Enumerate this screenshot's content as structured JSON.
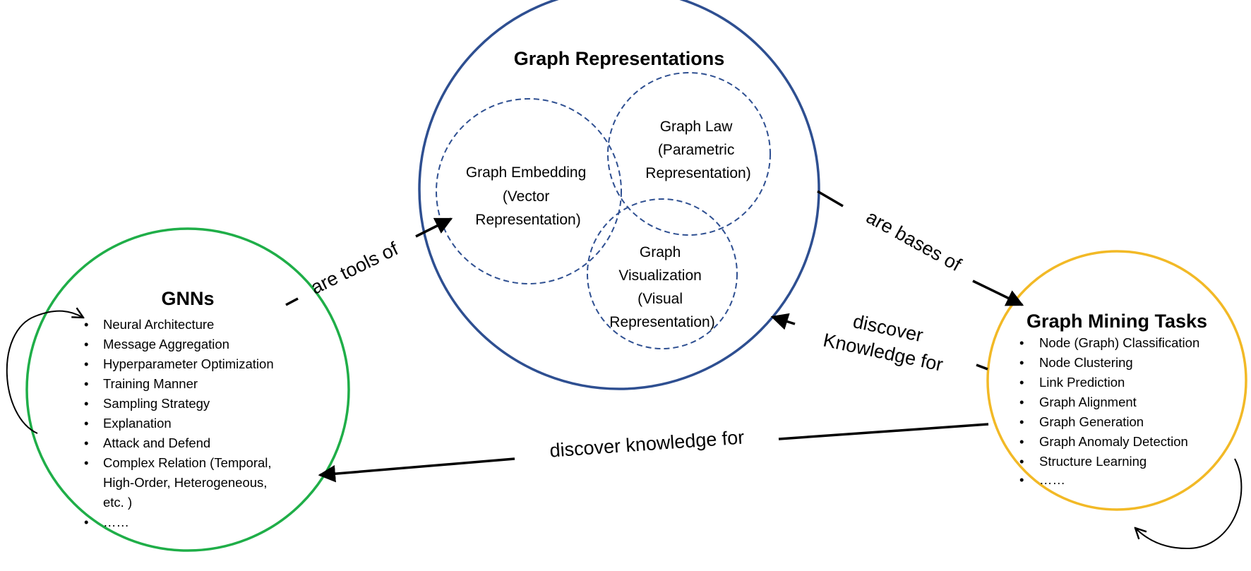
{
  "colors": {
    "representations_circle": "#2e4f91",
    "gnns_circle": "#1fae48",
    "tasks_circle": "#f2b926",
    "ink": "#000000"
  },
  "representations": {
    "title": "Graph Representations",
    "embedding": [
      "Graph Embedding",
      "(Vector",
      "Representation)"
    ],
    "law": [
      "Graph Law",
      "(Parametric",
      "Representation)"
    ],
    "visualization": [
      "Graph",
      "Visualization",
      "(Visual",
      "Representation)"
    ]
  },
  "gnns": {
    "title": "GNNs",
    "items": [
      "Neural Architecture",
      "Message Aggregation",
      "Hyperparameter Optimization",
      "Training Manner",
      "Sampling Strategy",
      "Explanation",
      "Attack and Defend",
      "Complex Relation (Temporal,",
      "High-Order, Heterogeneous,",
      "etc. )",
      "……"
    ]
  },
  "tasks": {
    "title": "Graph Mining Tasks",
    "items": [
      "Node (Graph) Classification",
      "Node Clustering",
      "Link Prediction",
      "Graph Alignment",
      "Graph Generation",
      "Graph Anomaly Detection",
      "Structure Learning",
      "……"
    ]
  },
  "edges": {
    "tools_of": "are tools of",
    "bases_of": "are bases of",
    "discover_line1": "discover",
    "discover_line2": "Knowledge for",
    "discover_knowledge_for": "discover knowledge for"
  },
  "icons": {
    "bullet": "•"
  }
}
